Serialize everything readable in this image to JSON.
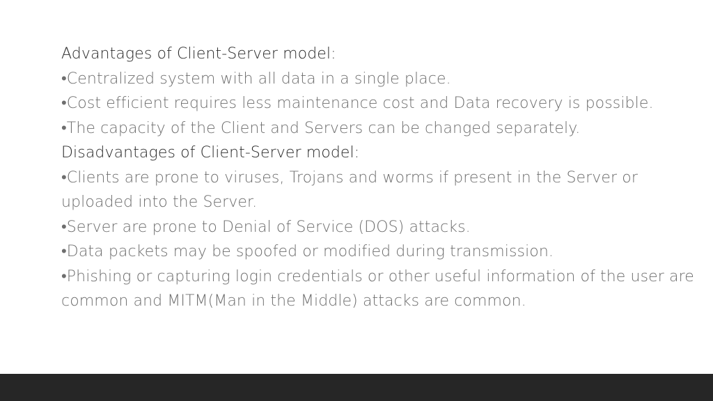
{
  "advantages": {
    "heading": "Advantages of Client-Server model:",
    "items": [
      "•Centralized system with all data in a single place.",
      "•Cost efficient requires less maintenance cost and Data recovery is possible.",
      "•The capacity of the Client and Servers can be changed separately."
    ]
  },
  "disadvantages": {
    "heading": "Disadvantages of Client-Server model:",
    "items": [
      "•Clients are prone to viruses, Trojans and worms if present in the Server or uploaded into the Server.",
      "•Server are prone to Denial of Service (DOS) attacks.",
      "•Data packets may be spoofed or modified during transmission.",
      "•Phishing or capturing login credentials or other useful information of the user are common and MITM(Man in the Middle) attacks are common."
    ]
  },
  "colors": {
    "heading": "#2a2a2a",
    "body": "#6e6e6e",
    "footer": "#262626",
    "background": "#ffffff"
  }
}
